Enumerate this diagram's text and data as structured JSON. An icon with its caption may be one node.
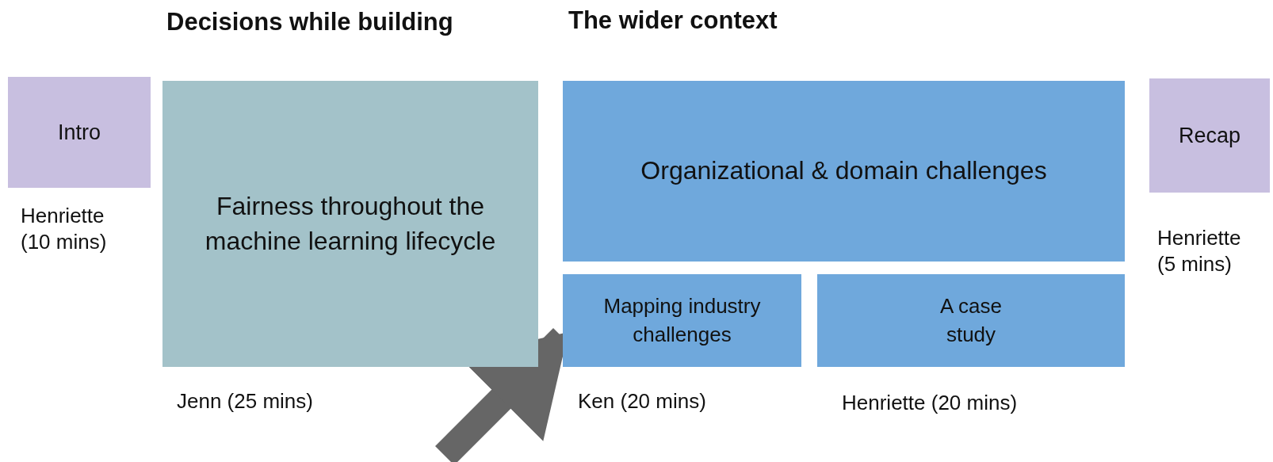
{
  "diagram": {
    "nodes": [
      {
        "text": [
          "Intro"
        ],
        "beside": [
          "Henriette (10 mins)"
        ]
      },
      {
        "text": [
          "Fairness throughout the machine learning lifecycle"
        ],
        "beside": [
          "Jenn (25 mins)"
        ]
      },
      {
        "text": [
          "Organizational & domain challenges"
        ]
      },
      {
        "text": [
          "Mapping industry challenges"
        ],
        "beside": [
          "Ken (20 mins)"
        ]
      },
      {
        "text": [
          "A case study"
        ],
        "beside": [
          "Henriette (20 mins)"
        ]
      },
      {
        "text": [
          "Recap"
        ],
        "beside": [
          "Henriette (5 mins)"
        ]
      }
    ],
    "edges": [
      {
        "from": null,
        "to": 3,
        "arrow": "to"
      }
    ],
    "labels": [
      "Decisions while building",
      "The wider context"
    ]
  }
}
